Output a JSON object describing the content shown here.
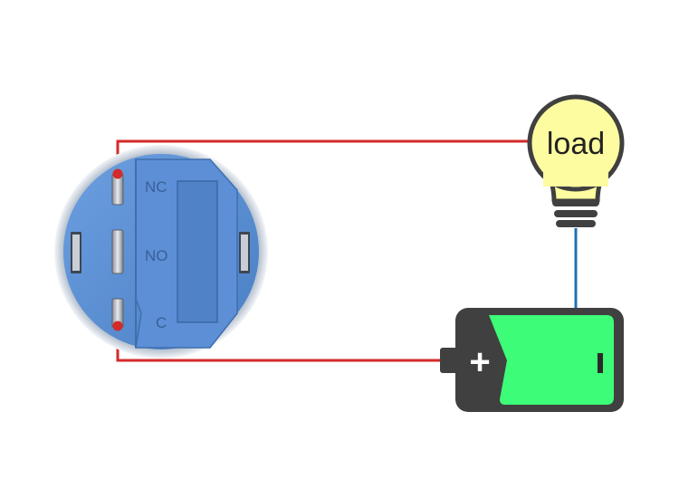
{
  "switch": {
    "terminals": [
      {
        "label": "NC"
      },
      {
        "label": "NO"
      },
      {
        "label": "C"
      }
    ]
  },
  "bulb": {
    "label": "load"
  },
  "battery": {
    "positive_symbol": "+",
    "negative_symbol": "-"
  },
  "colors": {
    "wire_red": "#d42a2a",
    "wire_blue": "#1f6fb8",
    "switch_blue": "#5a8fd4",
    "bulb_glass": "#fdfca0",
    "battery_charge": "#3dfc78",
    "battery_body": "#404040"
  }
}
